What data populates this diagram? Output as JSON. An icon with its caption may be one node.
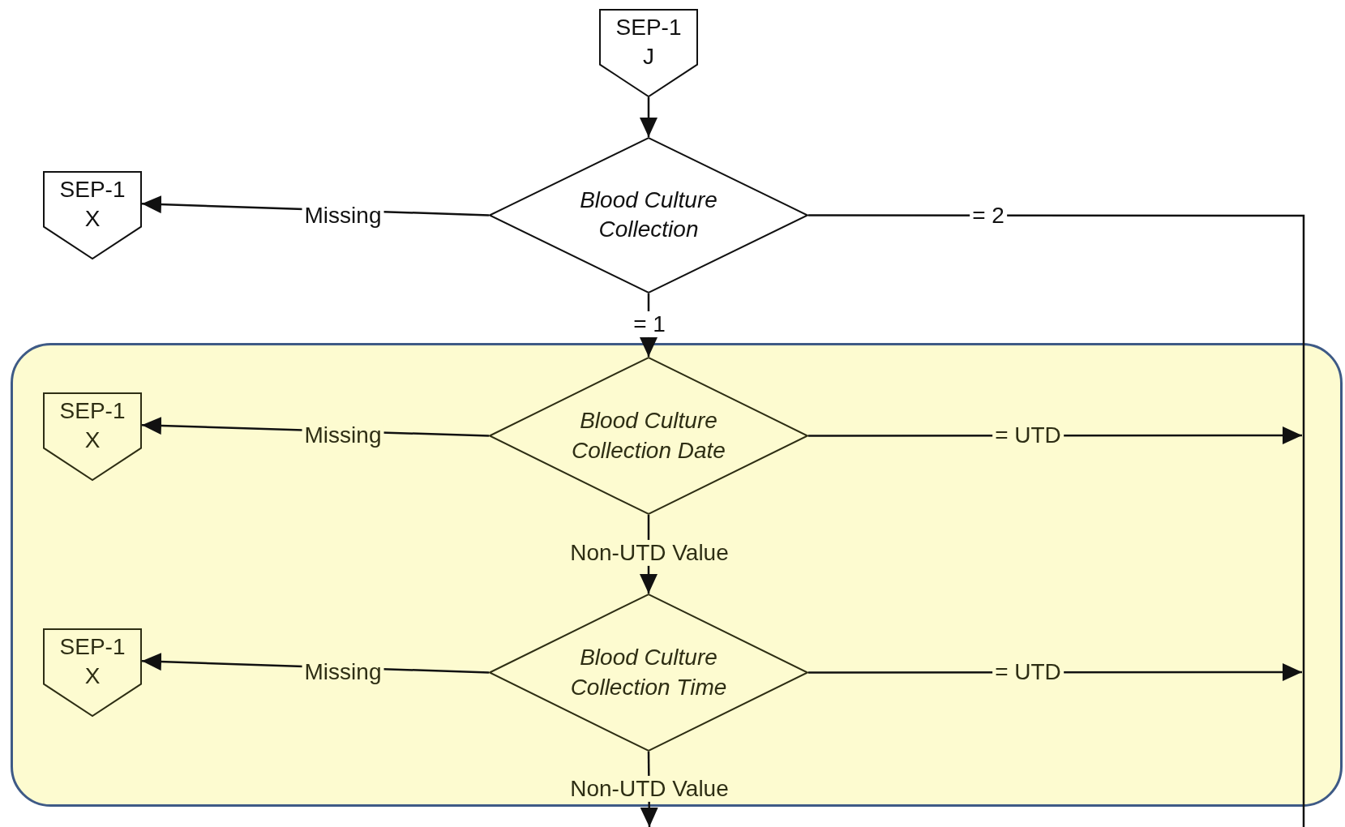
{
  "diagram": {
    "nodes": [
      {
        "text": [
          "SEP-1 J"
        ]
      },
      {
        "text": [
          "Blood Culture Collection"
        ]
      },
      {
        "text": [
          "SEP-1 X"
        ]
      },
      {
        "text": [],
        "shape": "box"
      },
      {
        "text": [
          "SEP-1 X"
        ],
        "in": 3
      },
      {
        "text": [
          "Blood Culture Collection Date"
        ],
        "in": 3
      },
      {
        "text": [
          "SEP-1 X"
        ],
        "in": 3
      },
      {
        "text": [
          "Blood Culture Collection Time"
        ],
        "in": 3
      }
    ],
    "edges": [
      {
        "from": 0,
        "to": 1,
        "arrow": "to"
      },
      {
        "from": 1,
        "to": 2,
        "arrow": "to",
        "label": "Missing"
      },
      {
        "from": 1,
        "to": null,
        "arrow": "none",
        "label": "= 2"
      },
      {
        "from": 1,
        "to": 5,
        "arrow": "to",
        "label": "= 1"
      },
      {
        "from": 5,
        "to": 4,
        "arrow": "to",
        "label": "Missing"
      },
      {
        "from": 5,
        "to": null,
        "arrow": "to",
        "label": "= UTD"
      },
      {
        "from": 5,
        "to": 7,
        "arrow": "to",
        "label": "Non-UTD Value"
      },
      {
        "from": 7,
        "to": 6,
        "arrow": "to",
        "label": "Missing"
      },
      {
        "from": 7,
        "to": null,
        "arrow": "to",
        "label": "= UTD"
      },
      {
        "from": 7,
        "to": null,
        "arrow": "to",
        "label": "Non-UTD Value"
      }
    ]
  }
}
